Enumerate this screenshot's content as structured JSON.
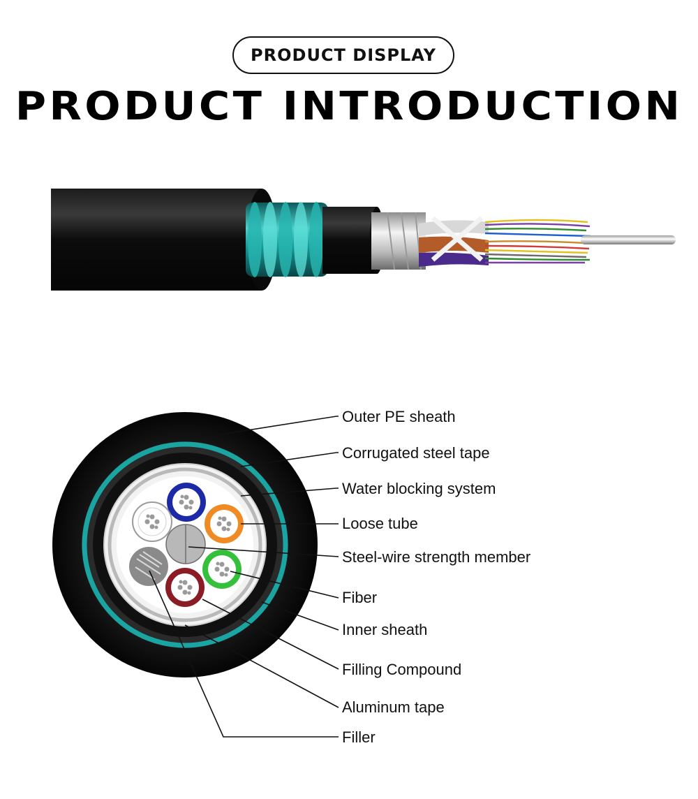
{
  "badge": "PRODUCT DISPLAY",
  "title": "PRODUCT INTRODUCTION",
  "colors": {
    "sheath": "#111111",
    "steel_tape": "#1aa5a3",
    "tube_blue": "#1d2aa8",
    "tube_orange": "#f08a24",
    "tube_green": "#35c03b",
    "tube_red": "#8b1b24",
    "tube_white": "#ffffff",
    "filler": "#8a8a8a"
  },
  "labels": [
    "Outer PE sheath",
    "Corrugated steel tape",
    "Water blocking system",
    "Loose tube",
    "Steel-wire strength member",
    "Fiber",
    "Inner sheath",
    "Filling Compound",
    "Aluminum tape",
    "Filler"
  ]
}
